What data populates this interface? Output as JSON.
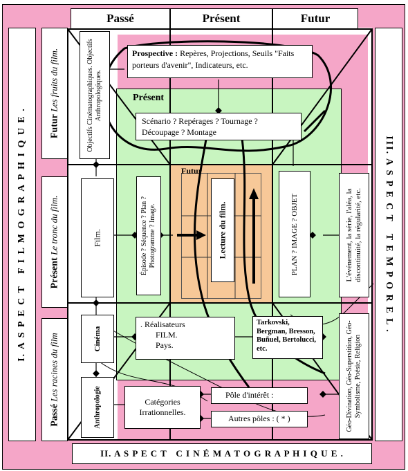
{
  "colors": {
    "pink": "#f5a6c8",
    "green": "#c8f5c0",
    "orange": "#f7c898",
    "purple": "#a79af0"
  },
  "top_header": {
    "past": "Passé",
    "present": "Présent",
    "future": "Futur"
  },
  "left_axis": {
    "title": "I. A S P E C T   F I L M O G R A P H I Q U E .",
    "future": {
      "bold": "Futur",
      "italic": "Les fruits du film."
    },
    "present": {
      "bold": "Présent",
      "italic": "Le tronc du film."
    },
    "past": {
      "bold": "Passé",
      "italic": "Les racines du film"
    }
  },
  "right_axis": {
    "title": "III. A S P E C T   T E M P O R E L ."
  },
  "bottom_axis": {
    "title": "II. A S P E C T   C I N É M A T O G R A P H I Q U E ."
  },
  "prospective": {
    "label": "Prospective :",
    "text": "Repères, Projections, Seuils \"Faits porteurs d'avenir\", Indicateurs, etc."
  },
  "objectives": "Objectifs Cinématographiques. Objectifs Anthropologiques.",
  "present_zone": {
    "title": "Présent",
    "scenario_line1": "Scénario ?   Repérages ?   Tournage ?",
    "scenario_line2": "Découpage ?   Montage"
  },
  "future_zone": {
    "title": "Futur"
  },
  "film_box": "Film.",
  "sequence_box": "Épisode ?  Séquence ?  Plan ?  Photogramme ?  Image.",
  "reading_box": "Lecture du film.",
  "object_box": "PLAN ?   IMAGE ?   OBJET",
  "temporal_box": "L'événement, la série, l'aléa, la discontinuité, la régularité, etc.",
  "cinema_box": "Cinéma",
  "anthropology_box": "Anthropologie",
  "directors_box": {
    "line1": ". Réalisateurs",
    "line2": "FILM.",
    "line3": "Pays."
  },
  "names_box": "Tarkovski, Bergman, Bresson, Buñuel, Bertolucci, etc.",
  "categories_box": "Catégories Irrationnelles.",
  "pole_interest": "Pôle d'intérêt :",
  "other_poles": "Autres pôles : ( * )",
  "geo_box": "Géo-Divination, Géo-Superstition, Géo-Symbolisme, Poésie, Religion"
}
